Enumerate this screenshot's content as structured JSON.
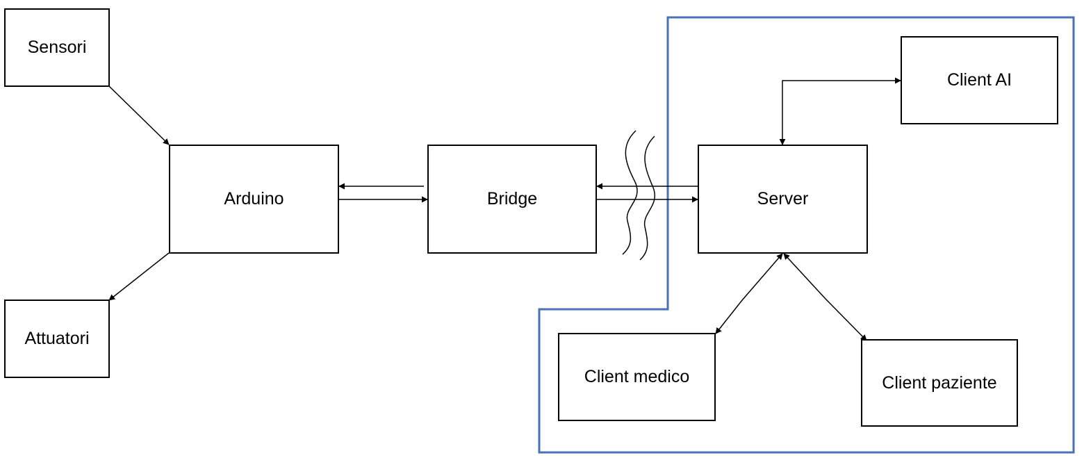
{
  "diagram": {
    "colors": {
      "line": "#000000",
      "boundary": "#4a72b8",
      "background": "#ffffff"
    },
    "nodes": {
      "sensori": "Sensori",
      "attuatori": "Attuatori",
      "arduino": "Arduino",
      "bridge": "Bridge",
      "server": "Server",
      "client_ai": "Client AI",
      "client_medico": "Client medico",
      "client_paziente": "Client paziente"
    }
  }
}
